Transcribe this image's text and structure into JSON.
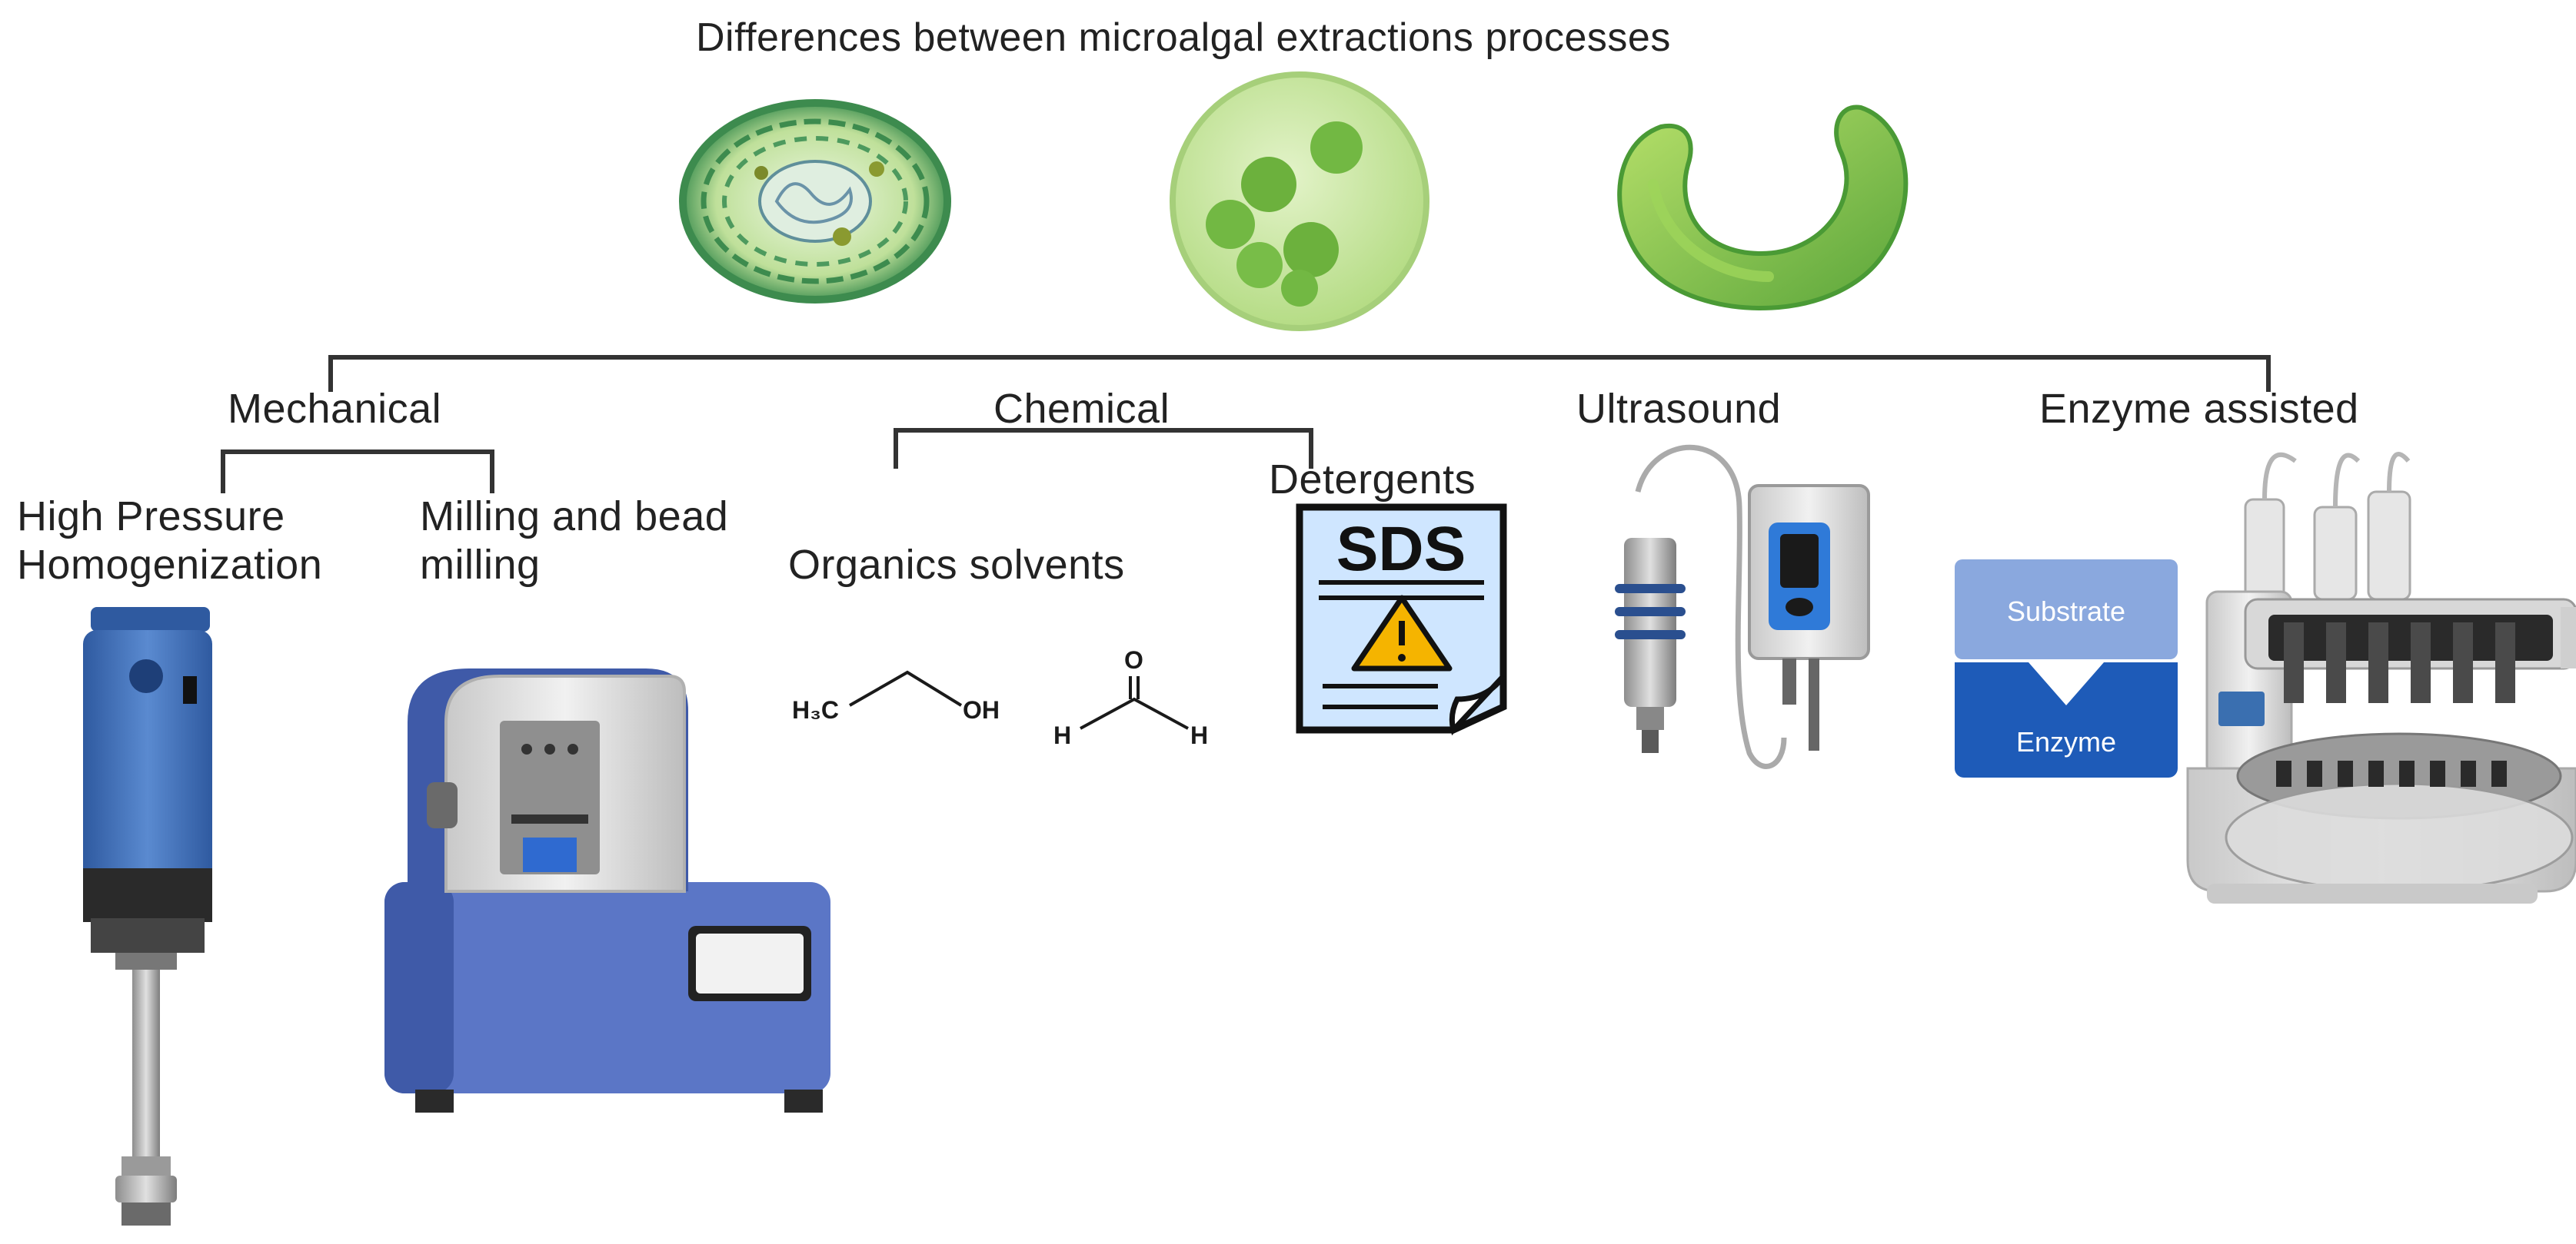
{
  "title": "Differences between microalgal extractions processes",
  "categories": {
    "mechanical": "Mechanical",
    "chemical": "Chemical",
    "ultrasound": "Ultrasound",
    "enzyme": "Enzyme assisted"
  },
  "methods": {
    "hph_line1": "High Pressure",
    "hph_line2": "Homogenization",
    "milling_line1": "Milling and bead",
    "milling_line2": "milling",
    "organic_solvents": "Organics solvents",
    "detergents": "Detergents"
  },
  "molecules": {
    "ethanol_left": "H₃C",
    "ethanol_right": "OH",
    "formaldehyde_o": "O",
    "formaldehyde_h_left": "H",
    "formaldehyde_h_right": "H"
  },
  "sds_label": "SDS",
  "enzyme_diagram": {
    "substrate": "Substrate",
    "enzyme": "Enzyme"
  },
  "colors": {
    "tree_line": "#333333",
    "cell_green": "#8cc63f",
    "device_blue": "#4a6fbf",
    "substrate_box": "#8aa8de",
    "enzyme_box": "#1e5bb8"
  }
}
